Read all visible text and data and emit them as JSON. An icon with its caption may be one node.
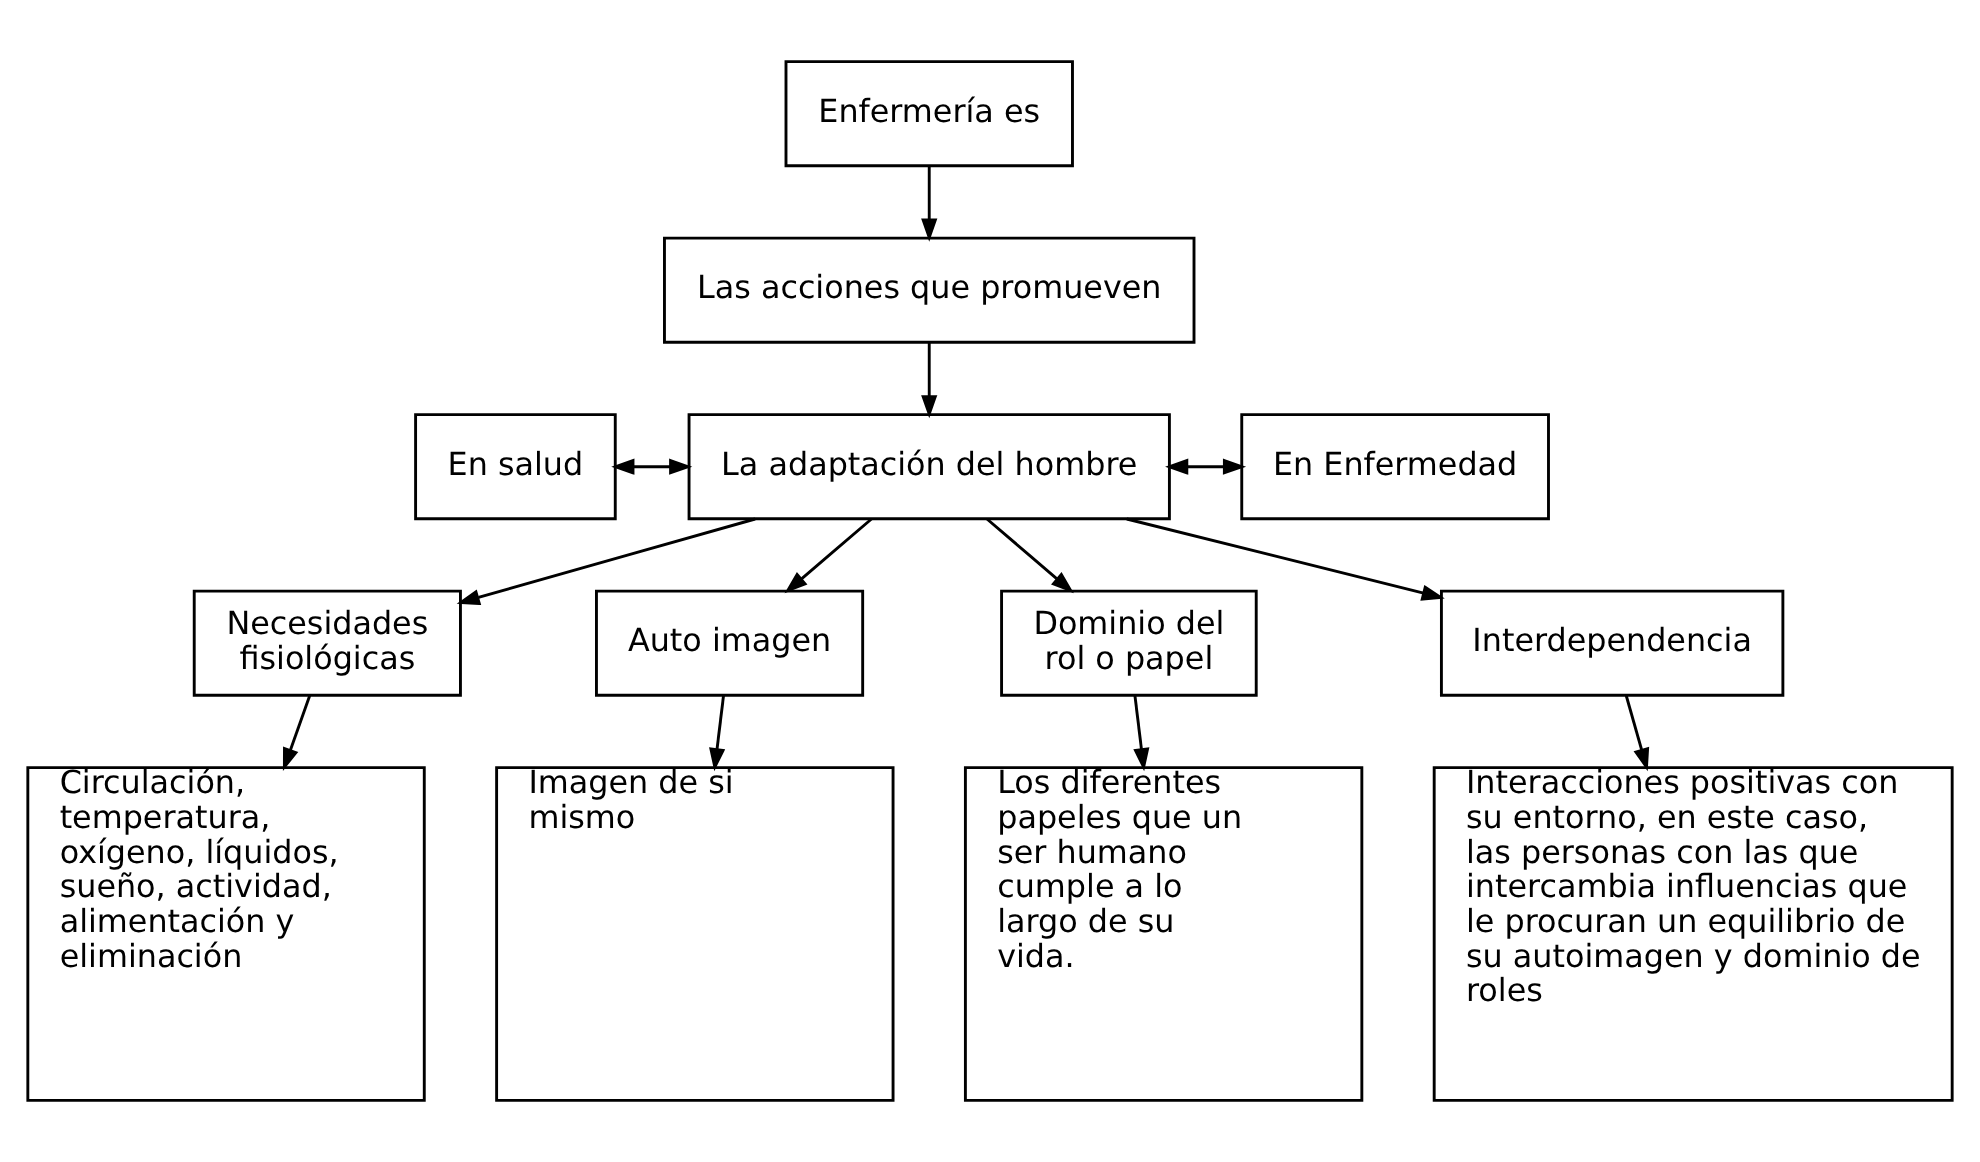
{
  "diagram": {
    "nodes": [
      {
        "text": [
          "Enfermería es"
        ]
      },
      {
        "text": [
          "Las acciones que promueven"
        ]
      },
      {
        "text": [
          "En salud"
        ]
      },
      {
        "text": [
          "La adaptación del hombre"
        ]
      },
      {
        "text": [
          "En Enfermedad"
        ]
      },
      {
        "text": [
          "Necesidades fisiológicas"
        ]
      },
      {
        "text": [
          "Auto imagen"
        ]
      },
      {
        "text": [
          "Dominio del rol o papel"
        ]
      },
      {
        "text": [
          "Interdependencia"
        ]
      },
      {
        "text": [
          "Circulación, temperatura, oxígeno, líquidos, sueño, actividad, alimentación y eliminación"
        ]
      },
      {
        "text": [
          "Imagen de si mismo"
        ]
      },
      {
        "text": [
          "Los diferentes papeles que un ser humano cumple a lo largo de su vida."
        ]
      },
      {
        "text": [
          "Interacciones positivas con su entorno, en este caso, las personas con las que intercambia influencias que le procuran un equilibrio de su autoimagen y dominio de roles"
        ]
      }
    ],
    "edges": [
      {
        "from": 0,
        "to": 1,
        "arrow": "to"
      },
      {
        "from": 1,
        "to": 3,
        "arrow": "to"
      },
      {
        "from": 2,
        "to": 3,
        "arrow": "both"
      },
      {
        "from": 3,
        "to": 4,
        "arrow": "both"
      },
      {
        "from": 3,
        "to": 5,
        "arrow": "to"
      },
      {
        "from": 3,
        "to": 6,
        "arrow": "to"
      },
      {
        "from": 3,
        "to": 7,
        "arrow": "to"
      },
      {
        "from": 3,
        "to": 8,
        "arrow": "to"
      },
      {
        "from": 5,
        "to": 9,
        "arrow": "to"
      },
      {
        "from": 6,
        "to": 10,
        "arrow": "to"
      },
      {
        "from": 7,
        "to": 11,
        "arrow": "to"
      },
      {
        "from": 8,
        "to": 12,
        "arrow": "to"
      }
    ]
  }
}
